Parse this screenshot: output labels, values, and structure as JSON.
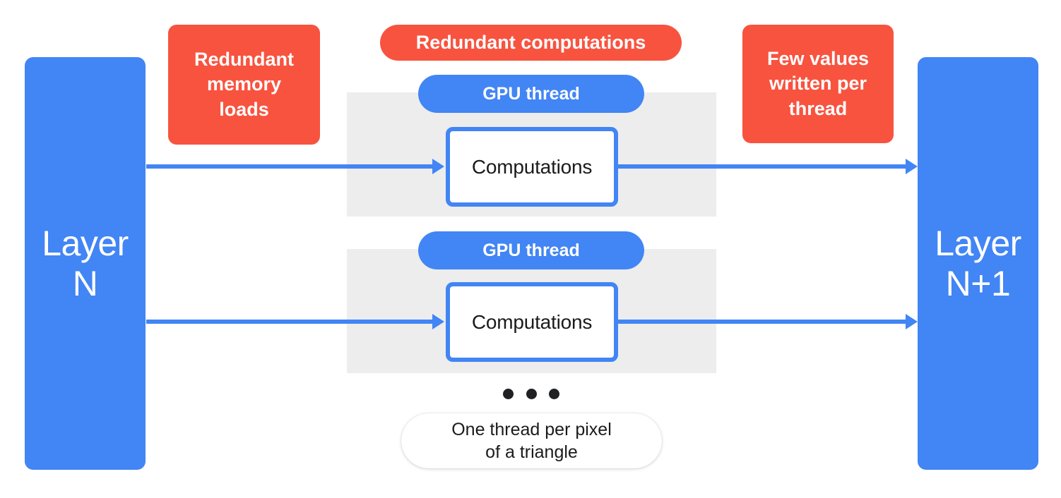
{
  "diagram": {
    "title": "GPU thread redundant work diagram",
    "colors": {
      "blue": "#4285F4",
      "red": "#F8533F",
      "gray_band": "#EDEDED",
      "white": "#FFFFFF",
      "text_dark": "#1B1B1B"
    },
    "layers": {
      "left": {
        "label": "Layer\nN"
      },
      "right": {
        "label": "Layer\nN+1"
      }
    },
    "callouts": {
      "memory_loads": "Redundant\nmemory\nloads",
      "redundant_computations": "Redundant computations",
      "few_values": "Few values\nwritten per\nthread"
    },
    "threads": [
      {
        "pill_label": "GPU thread",
        "box_label": "Computations"
      },
      {
        "pill_label": "GPU thread",
        "box_label": "Computations"
      }
    ],
    "ellipsis": {
      "dot_count": 3
    },
    "note": "One thread per pixel\nof a triangle"
  }
}
